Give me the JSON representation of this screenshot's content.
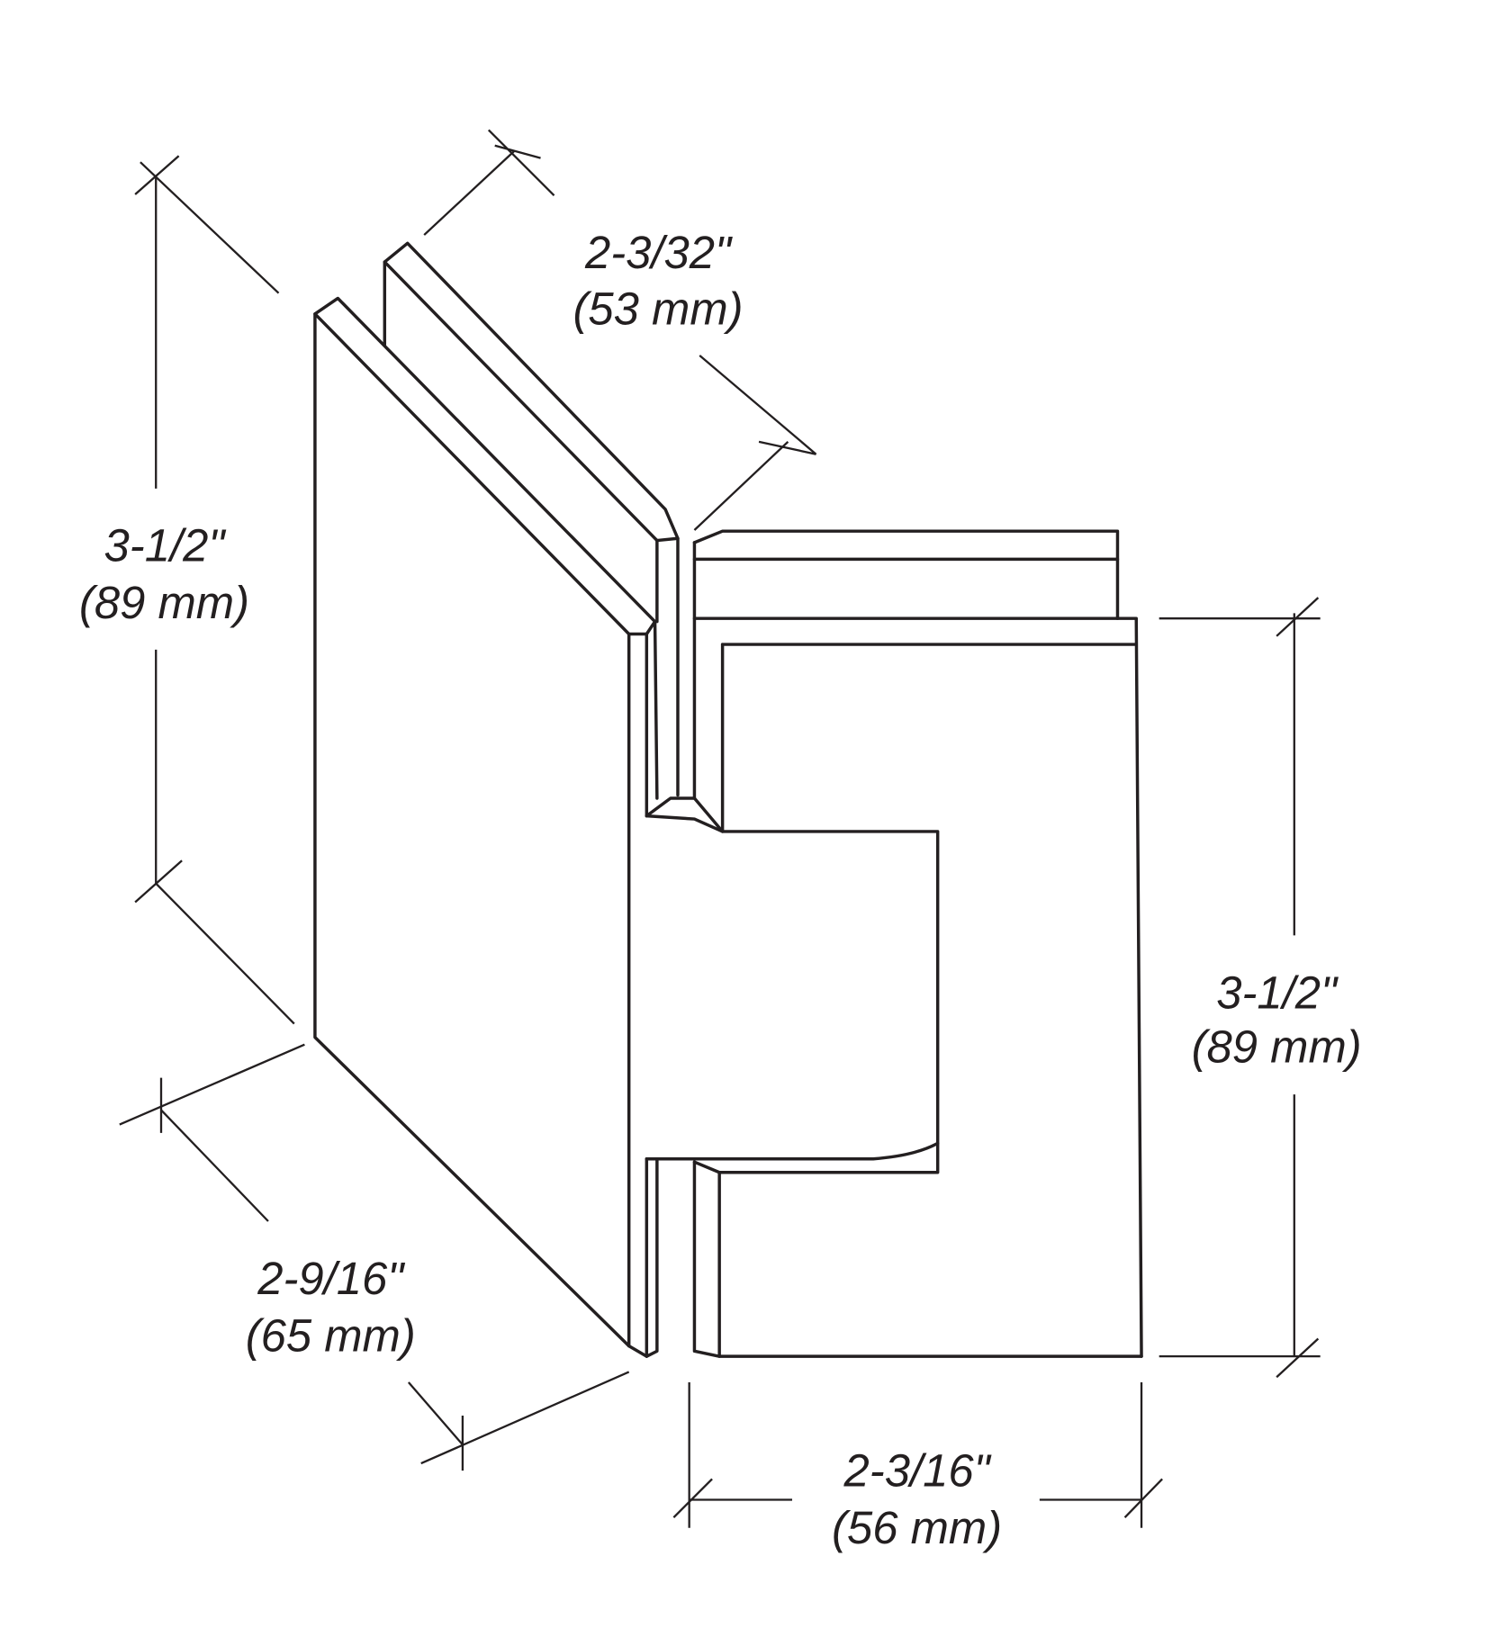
{
  "dimensions": {
    "left_height": {
      "imperial": "3-1/2\"",
      "metric": "(89 mm)"
    },
    "top_depth": {
      "imperial": "2-3/32\"",
      "metric": "(53 mm)"
    },
    "right_height": {
      "imperial": "3-1/2\"",
      "metric": "(89 mm)"
    },
    "bottom_left_width": {
      "imperial": "2-9/16\"",
      "metric": "(65 mm)"
    },
    "bottom_width": {
      "imperial": "2-3/16\"",
      "metric": "(56 mm)"
    }
  },
  "colors": {
    "line": "#231f20",
    "background": "#ffffff"
  }
}
